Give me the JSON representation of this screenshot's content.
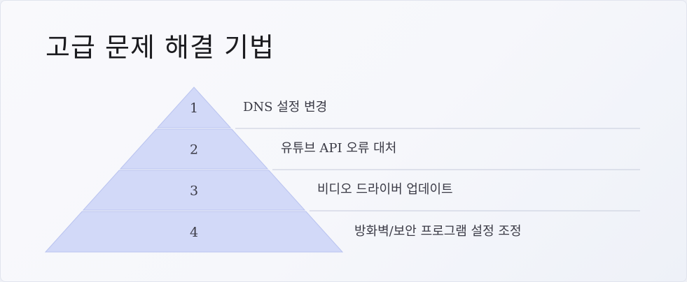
{
  "title": "고급 문제 해결 기법",
  "tiers": [
    {
      "number": "1",
      "label": "DNS 설정 변경"
    },
    {
      "number": "2",
      "label": "유튜브 API 오류 대처"
    },
    {
      "number": "3",
      "label": "비디오 드라이버 업데이트"
    },
    {
      "number": "4",
      "label": "방화벽/보안 프로그램 설정 조정"
    }
  ],
  "colors": {
    "tier_fill": "#d2d9f8",
    "tier_stroke": "#b9c3ef",
    "rule": "#d5d9e6",
    "text": "#3a3a45"
  }
}
